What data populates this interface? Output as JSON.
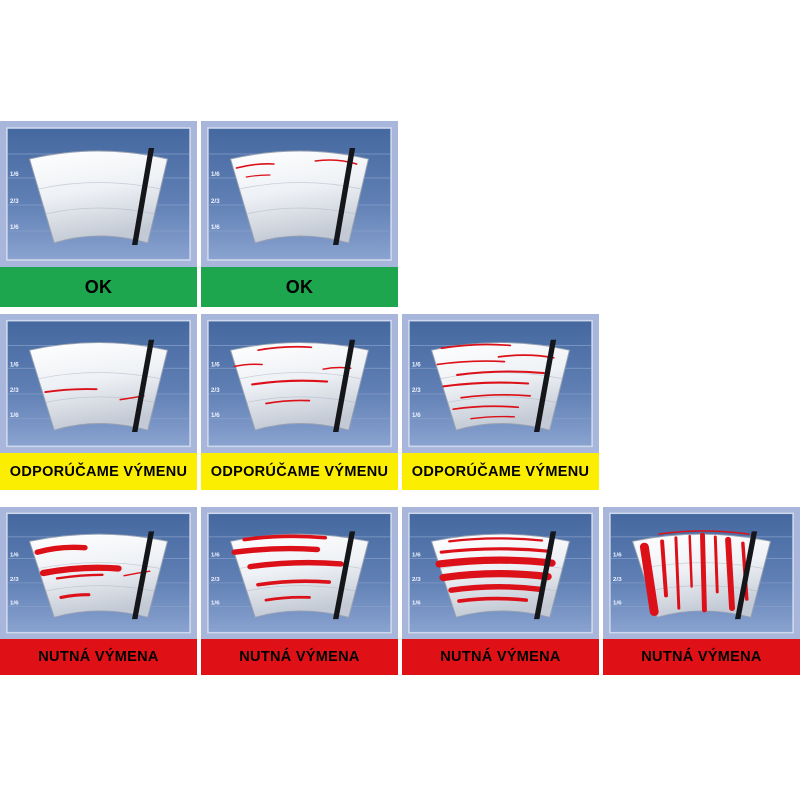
{
  "legend": {
    "scale_labels": [
      "1/6",
      "2/3",
      "1/6"
    ]
  },
  "statuses": {
    "ok": {
      "label": "OK",
      "bg": "#1ea64e",
      "text_color": "#000000"
    },
    "recommend": {
      "label": "ODPORÚČAME VÝMENU",
      "bg": "#fcee00",
      "text_color": "#000000"
    },
    "replace": {
      "label": "NUTNÁ VÝMENA",
      "bg": "#e01116",
      "text_color": "#000000"
    }
  },
  "colors": {
    "frame": "#a9b6db",
    "screen_top": "#44689f",
    "screen_bottom": "#8aa3d0",
    "wear_mark": "#dc1018",
    "blade": "#15161a"
  },
  "rows": [
    {
      "name": "ok",
      "cells": [
        {
          "status": "ok",
          "wear": "none"
        },
        {
          "status": "ok",
          "wear": "minimal"
        }
      ]
    },
    {
      "name": "recommend",
      "cells": [
        {
          "status": "recommend",
          "wear": "light"
        },
        {
          "status": "recommend",
          "wear": "moderate"
        },
        {
          "status": "recommend",
          "wear": "heavy_lines"
        }
      ]
    },
    {
      "name": "replace",
      "cells": [
        {
          "status": "replace",
          "wear": "smears"
        },
        {
          "status": "replace",
          "wear": "heavy_smears"
        },
        {
          "status": "replace",
          "wear": "severe"
        },
        {
          "status": "replace",
          "wear": "failure"
        }
      ]
    }
  ]
}
